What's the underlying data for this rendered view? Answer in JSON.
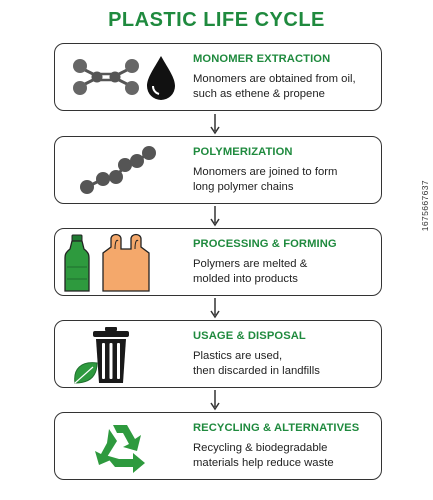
{
  "title": "PLASTIC LIFE CYCLE",
  "steps": [
    {
      "heading": "MONOMER EXTRACTION",
      "line1": "Monomers are obtained from oil,",
      "line2": "such as ethene & propene",
      "icons": [
        "molecule-icon",
        "oil-drop-icon"
      ]
    },
    {
      "heading": "POLYMERIZATION",
      "line1": "Monomers are joined to form",
      "line2": "long polymer chains",
      "icons": [
        "polymer-chain-icon"
      ]
    },
    {
      "heading": "PROCESSING & FORMING",
      "line1": "Polymers are melted &",
      "line2": "molded into products",
      "icons": [
        "plastic-bottle-icon",
        "plastic-bag-icon"
      ]
    },
    {
      "heading": "USAGE & DISPOSAL",
      "line1": "Plastics are used,",
      "line2": "then discarded in landfills",
      "icons": [
        "trash-bin-icon",
        "leaf-icon"
      ]
    },
    {
      "heading": "RECYCLING & ALTERNATIVES",
      "line1": "Recycling & biodegradable",
      "line2": "materials help reduce waste",
      "icons": [
        "recycle-icon"
      ]
    }
  ],
  "colors": {
    "accent": "#1f8a3e",
    "bottle": "#2e9a3e",
    "bag": "#f4a86b",
    "dark": "#3a3a3a"
  },
  "side_id": "1675667637"
}
